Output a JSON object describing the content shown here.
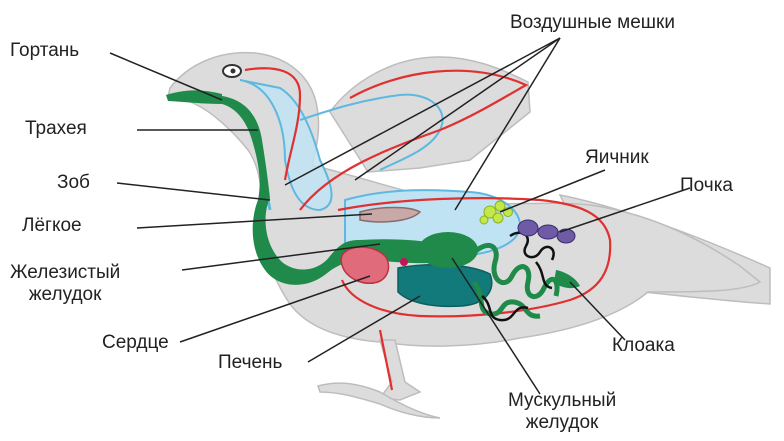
{
  "labels": {
    "larynx": "Гортань",
    "air_sacs": "Воздушные мешки",
    "trachea": "Трахея",
    "crop": "Зоб",
    "ovary": "Яичник",
    "kidney": "Почка",
    "lung": "Лёгкое",
    "glandular_stomach_line1": "Железистый",
    "glandular_stomach_line2": "желудок",
    "heart": "Сердце",
    "cloaca": "Клоака",
    "liver": "Печень",
    "muscular_stomach_line1": "Мускульный",
    "muscular_stomach_line2": "желудок"
  },
  "colors": {
    "body": "#dcdcdc",
    "body_outline": "#bdbdbd",
    "digestive": "#1f8a4a",
    "liver": "#127a7a",
    "air_sacs": "#bfe3f3",
    "air_sac_outline": "#5fb8e0",
    "blood_vessels": "#e03030",
    "lung": "#c9a8a8",
    "heart": "#e06b7b",
    "kidney": "#6f5aa6",
    "ovary": "#c4e84a",
    "leader_line": "#222222"
  }
}
